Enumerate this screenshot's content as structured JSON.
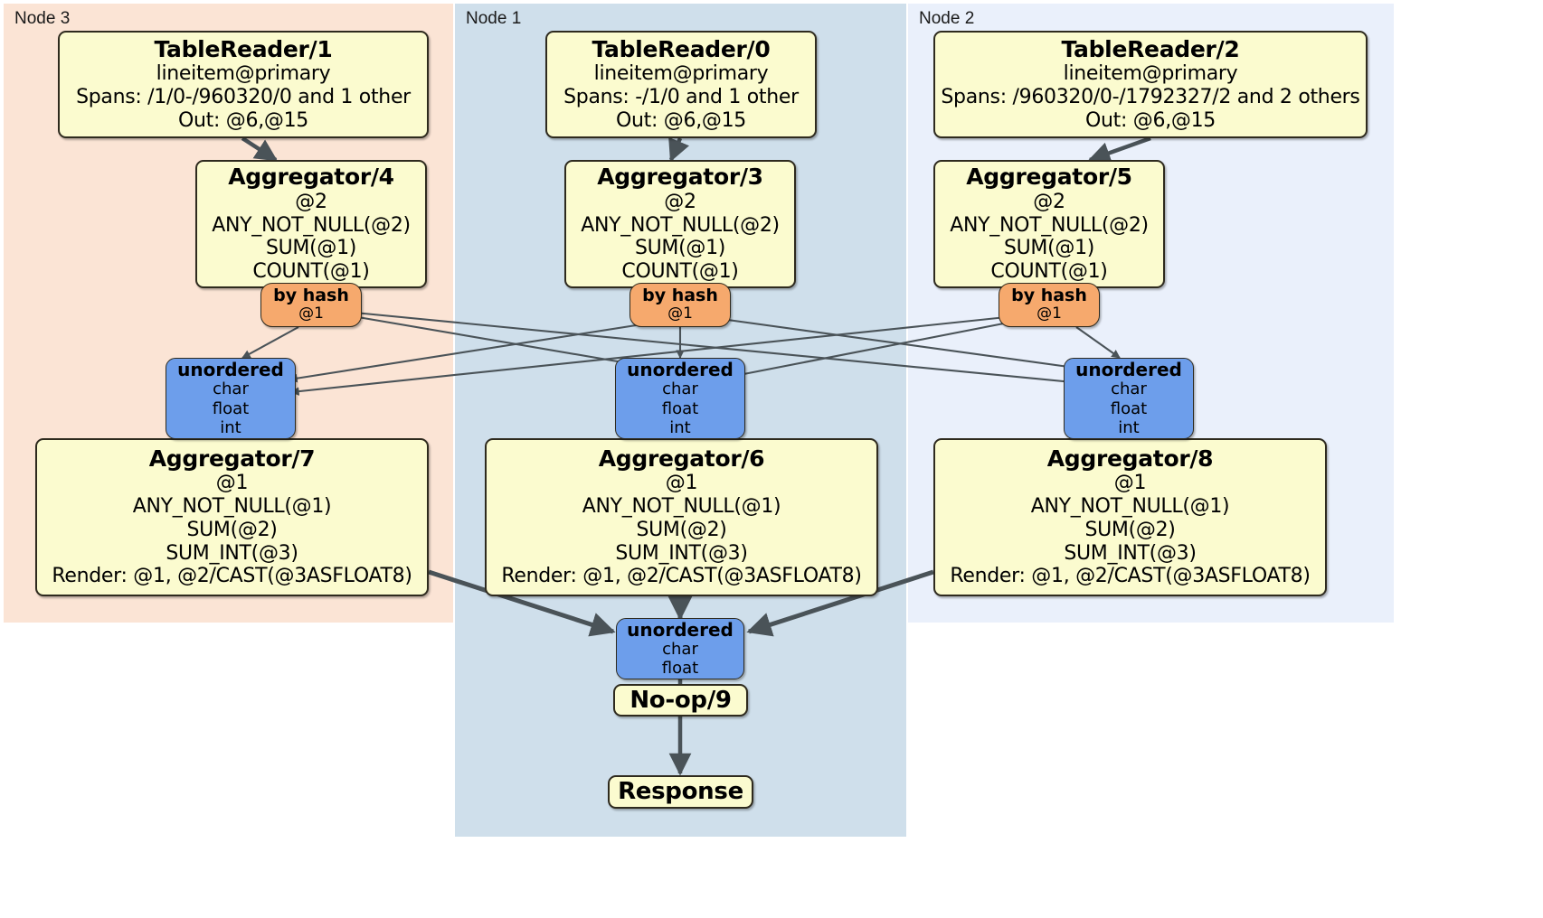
{
  "diagram": {
    "type": "distributed-query-plan",
    "title": "",
    "colors": {
      "node3_panel": "#fbe4d5",
      "node1_panel": "#cfdfeb",
      "node2_panel": "#eaf0fb",
      "processor_box": "#fbfbcf",
      "router_box": "#f6a96d",
      "receiver_box": "#6d9eeb",
      "border": "#2e2a1e",
      "edge": "#4a5358"
    }
  },
  "panels": [
    {
      "id": "node3",
      "label": "Node 3"
    },
    {
      "id": "node1",
      "label": "Node 1"
    },
    {
      "id": "node2",
      "label": "Node 2"
    }
  ],
  "readers": [
    {
      "title": "TableReader/1",
      "table": "lineitem@primary",
      "spans": "Spans: /1/0-/960320/0 and 1 other",
      "out": "Out: @6,@15"
    },
    {
      "title": "TableReader/0",
      "table": "lineitem@primary",
      "spans": "Spans: -/1/0 and 1 other",
      "out": "Out: @6,@15"
    },
    {
      "title": "TableReader/2",
      "table": "lineitem@primary",
      "spans": "Spans: /960320/0-/1792327/2 and 2 others",
      "out": "Out: @6,@15"
    }
  ],
  "stage1_aggregators": [
    {
      "title": "Aggregator/4",
      "group": "@2",
      "funcs": [
        "ANY_NOT_NULL(@2)",
        "SUM(@1)",
        "COUNT(@1)"
      ]
    },
    {
      "title": "Aggregator/3",
      "group": "@2",
      "funcs": [
        "ANY_NOT_NULL(@2)",
        "SUM(@1)",
        "COUNT(@1)"
      ]
    },
    {
      "title": "Aggregator/5",
      "group": "@2",
      "funcs": [
        "ANY_NOT_NULL(@2)",
        "SUM(@1)",
        "COUNT(@1)"
      ]
    }
  ],
  "routers": [
    {
      "title": "by hash",
      "key": "@1"
    },
    {
      "title": "by hash",
      "key": "@1"
    },
    {
      "title": "by hash",
      "key": "@1"
    }
  ],
  "receivers": [
    {
      "title": "unordered",
      "types": [
        "char",
        "float",
        "int"
      ]
    },
    {
      "title": "unordered",
      "types": [
        "char",
        "float",
        "int"
      ]
    },
    {
      "title": "unordered",
      "types": [
        "char",
        "float",
        "int"
      ]
    }
  ],
  "stage2_aggregators": [
    {
      "title": "Aggregator/7",
      "group": "@1",
      "funcs": [
        "ANY_NOT_NULL(@1)",
        "SUM(@2)",
        "SUM_INT(@3)"
      ],
      "render": "Render: @1, @2/CAST(@3ASFLOAT8)"
    },
    {
      "title": "Aggregator/6",
      "group": "@1",
      "funcs": [
        "ANY_NOT_NULL(@1)",
        "SUM(@2)",
        "SUM_INT(@3)"
      ],
      "render": "Render: @1, @2/CAST(@3ASFLOAT8)"
    },
    {
      "title": "Aggregator/8",
      "group": "@1",
      "funcs": [
        "ANY_NOT_NULL(@1)",
        "SUM(@2)",
        "SUM_INT(@3)"
      ],
      "render": "Render: @1, @2/CAST(@3ASFLOAT8)"
    }
  ],
  "final_receiver": {
    "title": "unordered",
    "types": [
      "char",
      "float"
    ]
  },
  "noop": {
    "title": "No-op/9"
  },
  "response": {
    "title": "Response"
  }
}
